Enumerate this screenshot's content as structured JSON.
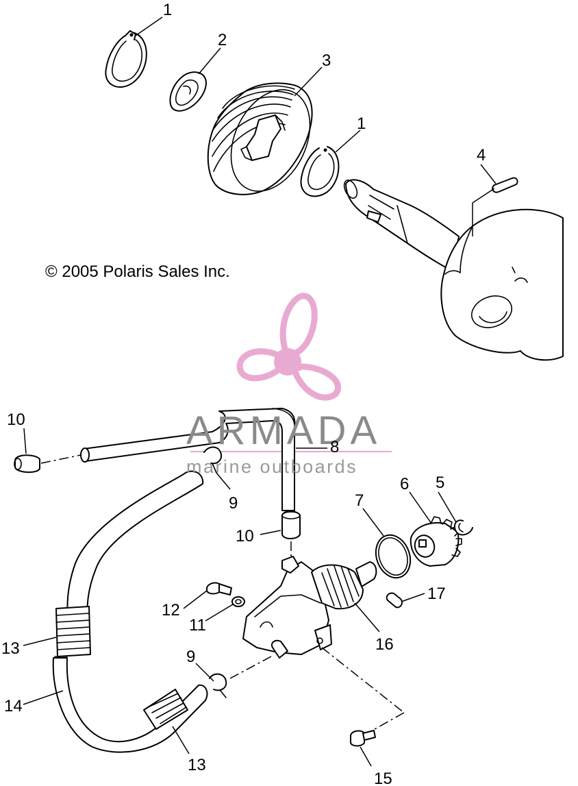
{
  "copyright": "© 2005 Polaris Sales Inc.",
  "watermark": {
    "brand": "ARMADA",
    "tagline": "marine outboards",
    "logo_color": "#e8a6cf",
    "text_color": "#8a8a8a"
  },
  "callouts": {
    "c1a": "1",
    "c2": "2",
    "c3": "3",
    "c1b": "1",
    "c4": "4",
    "c10a": "10",
    "c8": "8",
    "c5": "5",
    "c6": "6",
    "c7": "7",
    "c9a": "9",
    "c10b": "10",
    "c17": "17",
    "c12": "12",
    "c11": "11",
    "c16": "16",
    "c13a": "13",
    "c9b": "9",
    "c14": "14",
    "c13b": "13",
    "c15": "15"
  }
}
